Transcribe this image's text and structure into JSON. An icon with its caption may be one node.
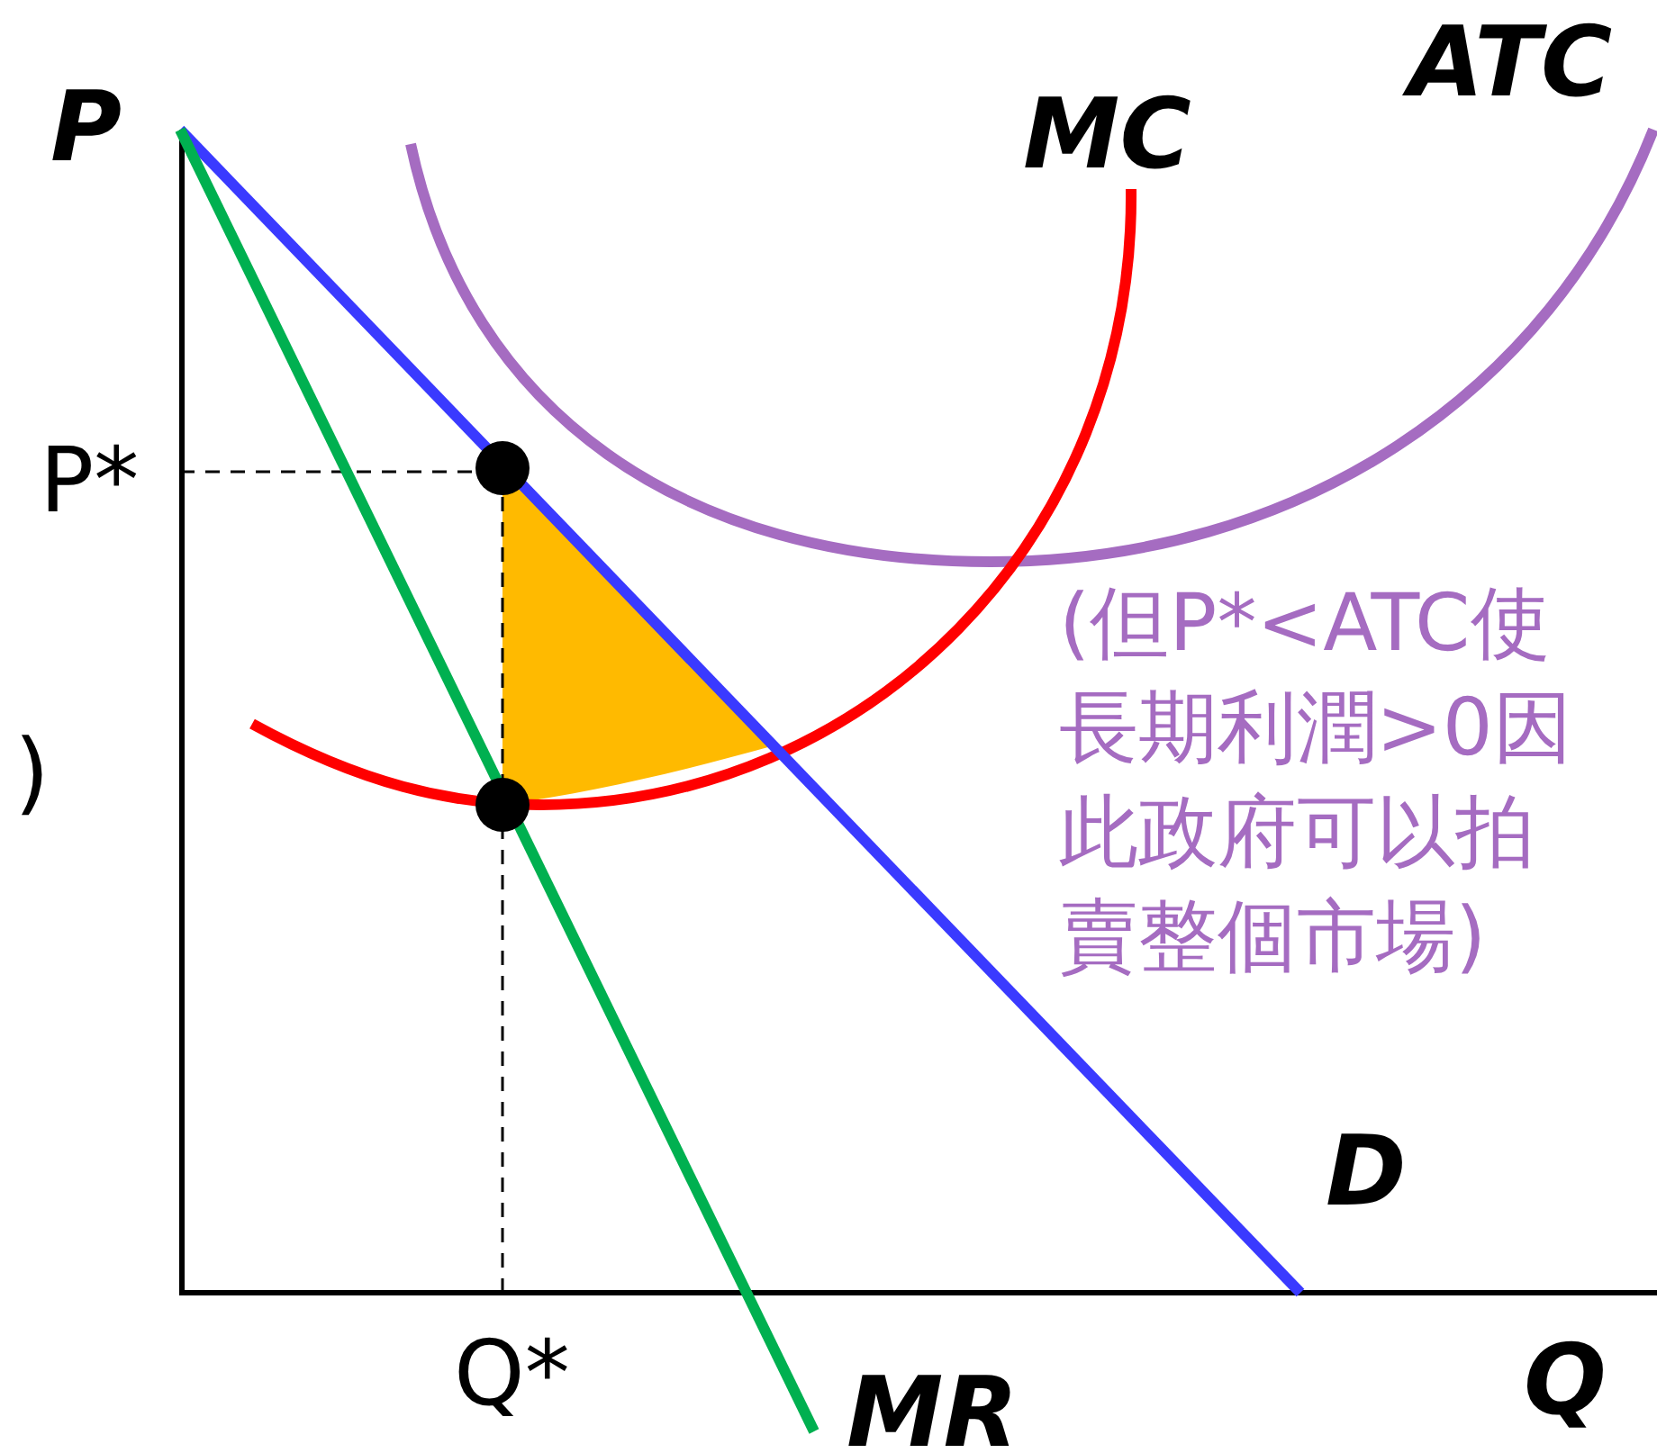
{
  "diagram": {
    "labels": [
      "P",
      "ATC",
      "MC",
      "P*",
      "(但P*<ATC使長期利潤>0因此政府可以拍賣整個市場)",
      ")",
      "D",
      "Q*",
      "MR",
      "Q"
    ]
  }
}
